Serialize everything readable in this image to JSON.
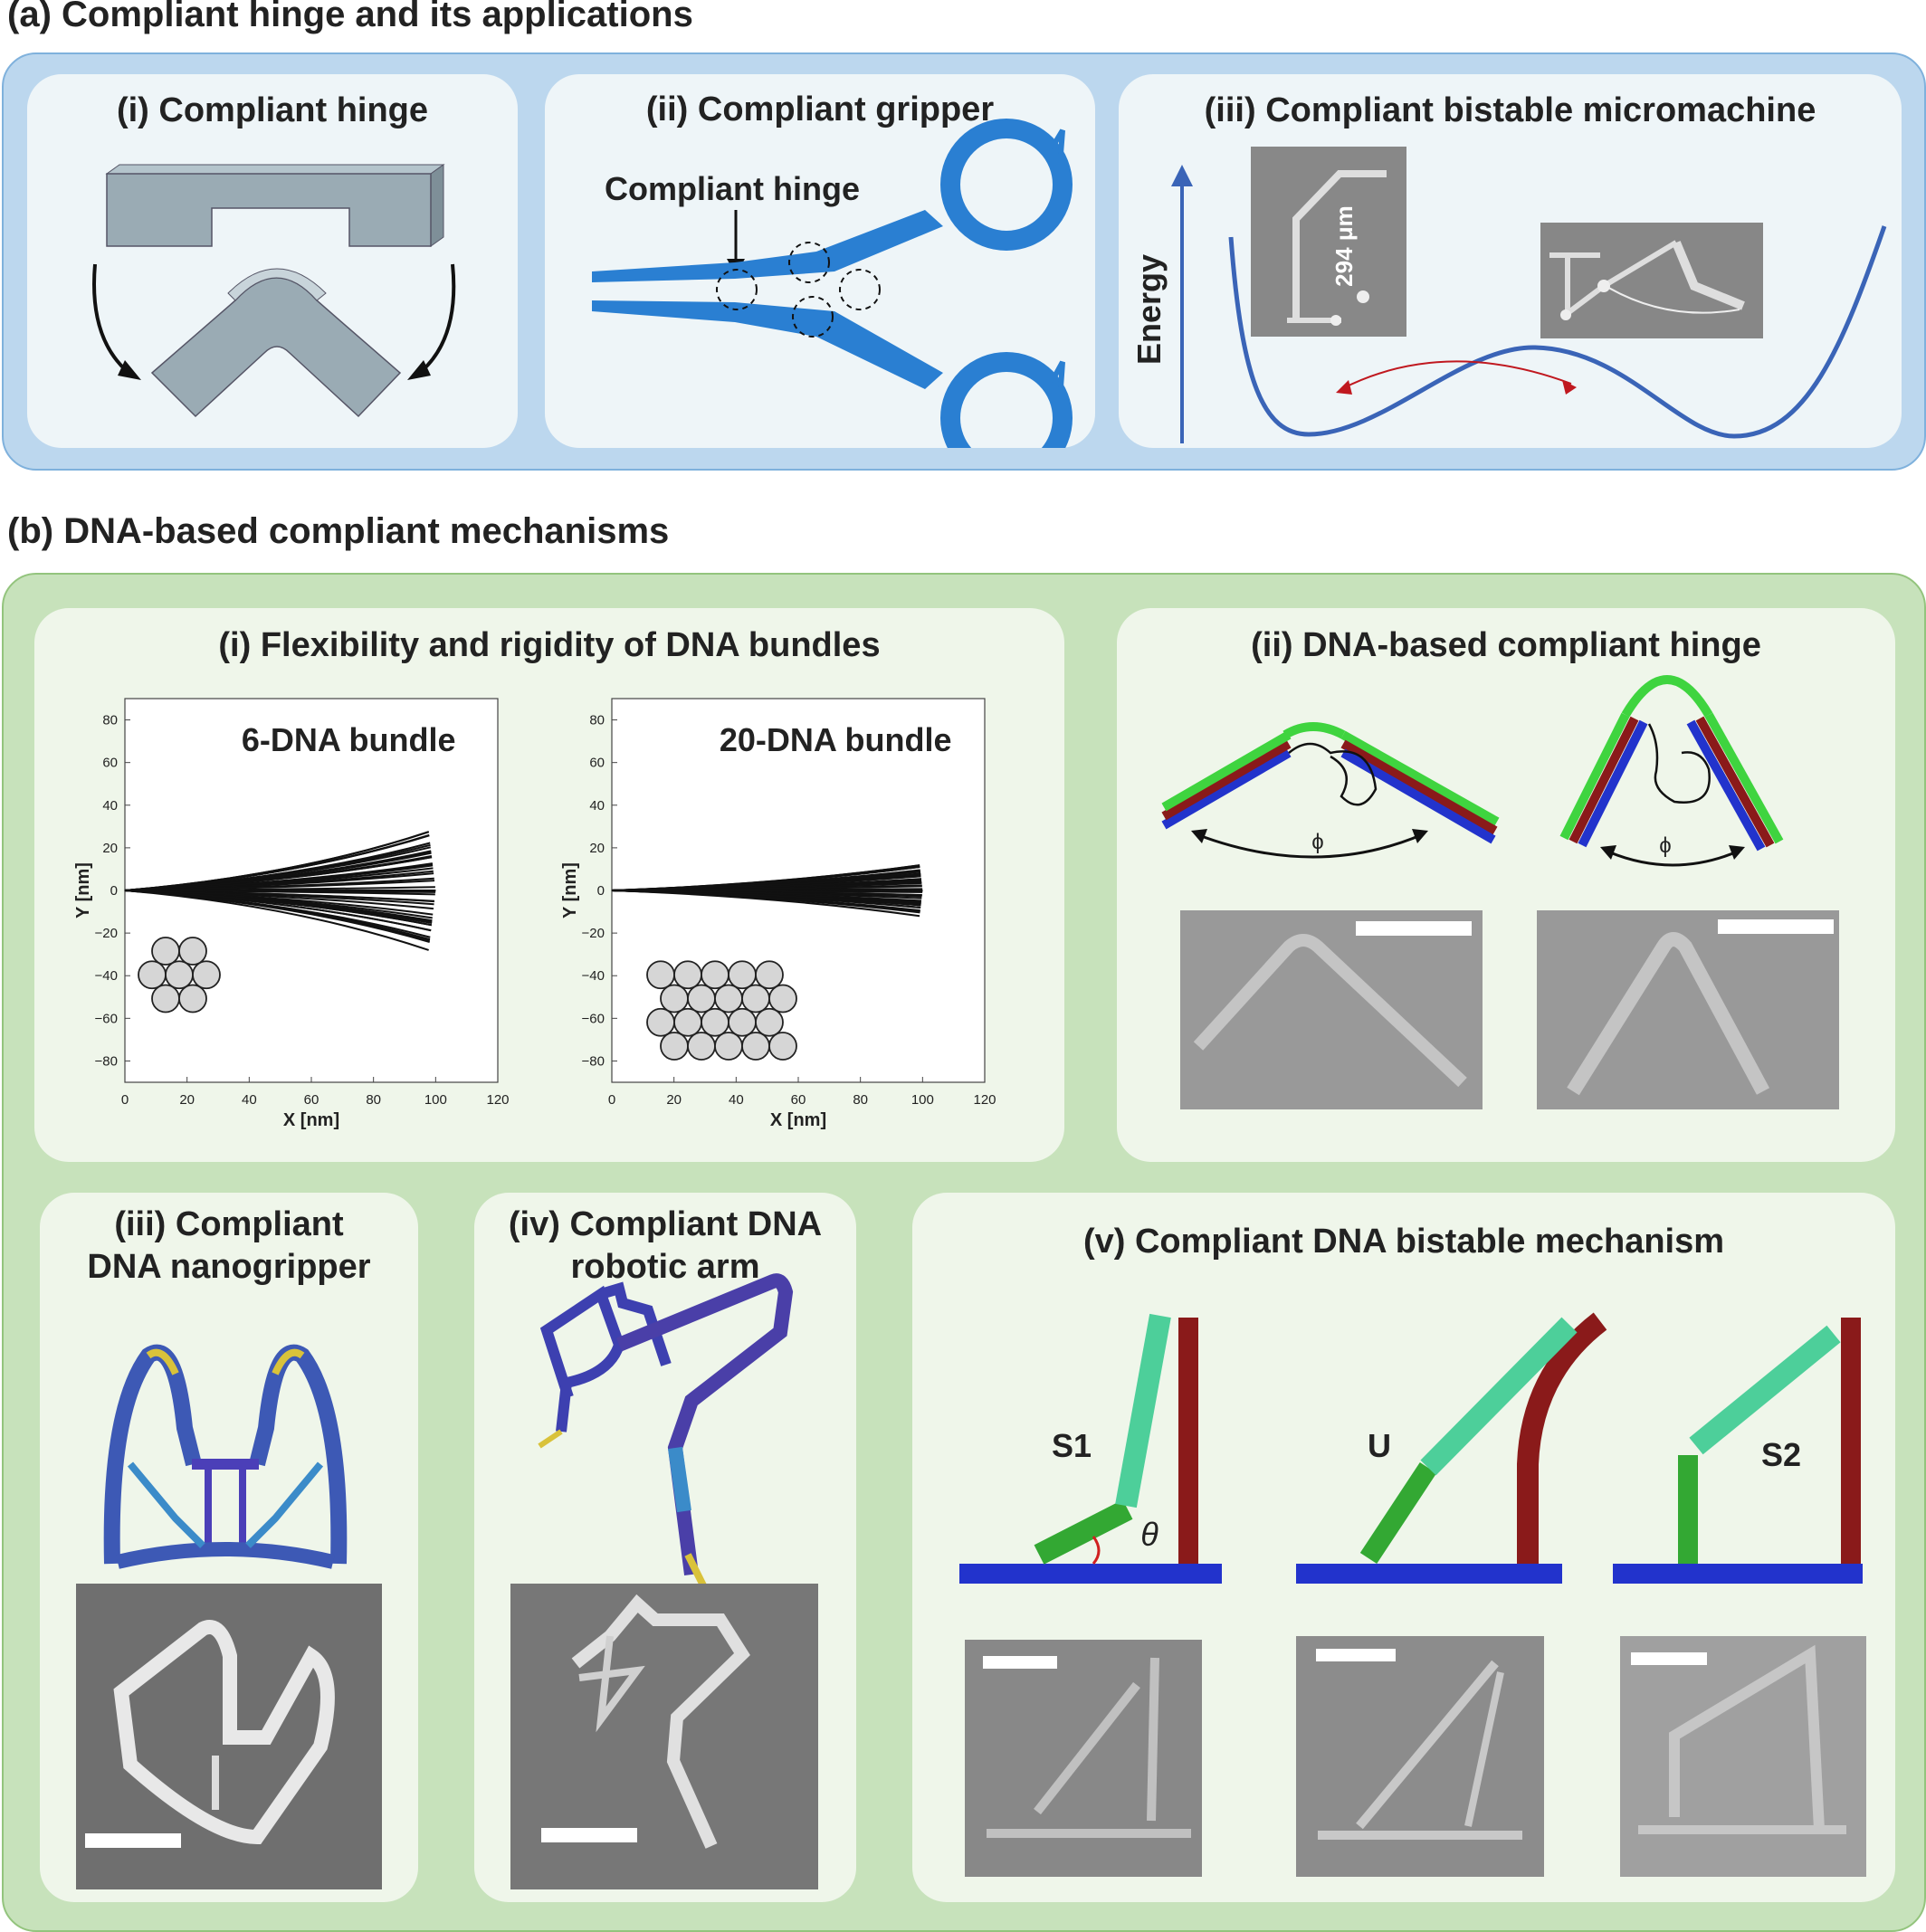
{
  "section_a": {
    "title": "(a)  Compliant hinge and its applications",
    "panel_i": {
      "title": "(i) Compliant hinge"
    },
    "panel_ii": {
      "title": "(ii) Compliant gripper",
      "annotation": "Compliant hinge"
    },
    "panel_iii": {
      "title": "(iii) Compliant bistable micromachine",
      "y_label": "Energy",
      "scale": "294  μm"
    }
  },
  "section_b": {
    "title": "(b)  DNA-based compliant mechanisms",
    "panel_i": {
      "title": "(i) Flexibility and rigidity of DNA bundles",
      "plots": [
        {
          "label": "6-DNA bundle",
          "xlabel": "X [nm]",
          "ylabel": "Y [nm]",
          "xticks": [
            "0",
            "20",
            "40",
            "60",
            "80",
            "100",
            "120"
          ],
          "yticks": [
            "80",
            "60",
            "40",
            "20",
            "0",
            "−20",
            "−40",
            "−60",
            "−80"
          ]
        },
        {
          "label": "20-DNA bundle",
          "xlabel": "X [nm]",
          "ylabel": "Y [nm]",
          "xticks": [
            "0",
            "20",
            "40",
            "60",
            "80",
            "100",
            "120"
          ],
          "yticks": [
            "80",
            "60",
            "40",
            "20",
            "0",
            "−20",
            "−40",
            "−60",
            "−80"
          ]
        }
      ]
    },
    "panel_ii": {
      "title": "(ii) DNA-based compliant hinge",
      "angle_symbol": "ϕ"
    },
    "panel_iii": {
      "title": "(iii) Compliant\nDNA nanogripper"
    },
    "panel_iv": {
      "title": "(iv) Compliant DNA\nrobotic arm"
    },
    "panel_v": {
      "title": "(v) Compliant DNA bistable mechanism",
      "states": [
        "S1",
        "U",
        "S2"
      ],
      "angle_symbol": "θ"
    }
  },
  "colors": {
    "panel_a_bg": "#bcd7ee",
    "panel_a_border": "#7fb1dc",
    "panel_b_bg": "#c7e2bb",
    "panel_b_border": "#93c47d",
    "inner_a": "#eef5f8",
    "inner_b": "#eff6ea",
    "gripper_blue": "#2a7fd2",
    "energy_curve": "#3a64b7",
    "dna_green": "#3fd43f",
    "dna_red": "#8a1a1a",
    "dna_blue": "#2233cc",
    "mint": "#4dcf9a"
  }
}
